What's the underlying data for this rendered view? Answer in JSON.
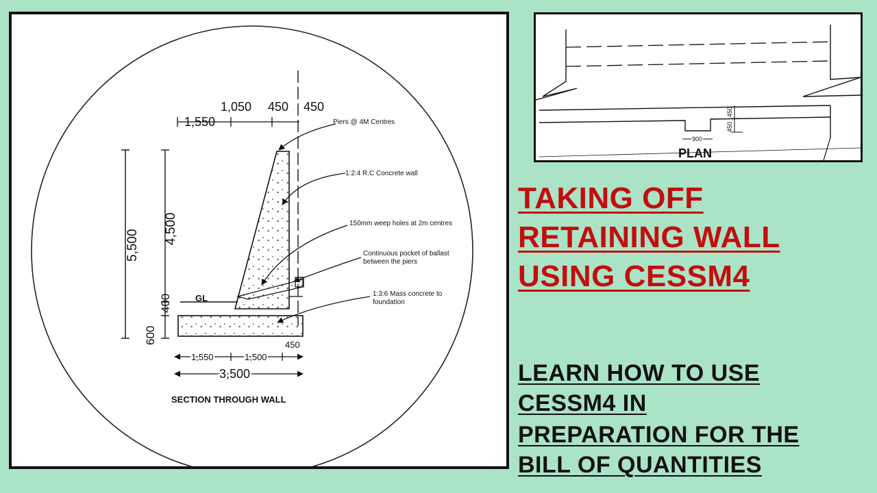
{
  "section": {
    "title": "SECTION THROUGH WALL",
    "top_dims": {
      "a": "1,050",
      "b": "450",
      "c": "450",
      "d": "1,550"
    },
    "left_dims": {
      "overall": "5,500",
      "wall": "4,500",
      "gl_height": "400",
      "foundation": "600"
    },
    "gl_label": "GL",
    "bottom_dims": {
      "heel": "1,550",
      "base_mid": "1,500",
      "toe": "450",
      "total": "3,500"
    },
    "annotations": {
      "piers": "Piers @ 4M Centres",
      "wall": "1:2:4 R.C Concrete wall",
      "weep": "150mm weep holes at 2m centres",
      "ballast_1": "Continuous pocket of ballast",
      "ballast_2": "between the piers",
      "mass_1": "1:3:6 Mass concrete to",
      "mass_2": "foundation"
    }
  },
  "plan": {
    "label": "PLAN",
    "dim_900": "900",
    "dim_450a": "450",
    "dim_450b": "450"
  },
  "headline": {
    "line1": "TAKING OFF",
    "line2": "RETAINING WALL",
    "line3": "USING CESSM4"
  },
  "subhead": {
    "line1": "LEARN HOW TO USE",
    "line2": "CESSM4 IN",
    "line3": "PREPARATION FOR THE",
    "line4": "BILL OF QUANTITIES"
  },
  "colors": {
    "background": "#abe3c6",
    "headline": "#c10e0e",
    "subhead": "#111111"
  }
}
